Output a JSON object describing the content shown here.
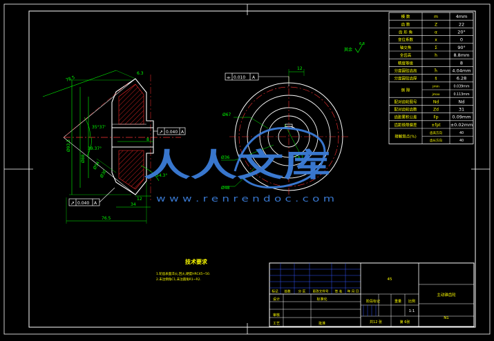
{
  "colors": {
    "background": "#000000",
    "frame": "#ffffff",
    "part_line": "#ffffff",
    "dimension": "#00ff00",
    "hatch": "#ff2a2a",
    "center_line": "#ff3333",
    "table_line": "#ffffff",
    "table_text": "#ffff00",
    "table_value": "#ffffff",
    "title_block_line": "#ffffff",
    "title_block_blue": "#3355ff",
    "watermark": "#3b7dd8",
    "tolerance_frame": "#ffffff"
  },
  "param_table": {
    "rows": [
      {
        "name": "模 数",
        "symbol": "m",
        "value": "4mm"
      },
      {
        "name": "齿 数",
        "symbol": "Z",
        "value": "22"
      },
      {
        "name": "齿 形 角",
        "symbol": "α",
        "value": "20°"
      },
      {
        "name": "变位系数",
        "symbol": "x",
        "value": "0"
      },
      {
        "name": "轴交角",
        "symbol": "Σ",
        "value": "90°"
      },
      {
        "name": "全齿高",
        "symbol": "h",
        "value": "8.8mm"
      },
      {
        "name": "精度等级",
        "symbol": "",
        "value": "8"
      },
      {
        "name": "分度圆弦齿高",
        "symbol": "h̄",
        "value": "4.04mm"
      },
      {
        "name": "分度圆弦齿厚",
        "symbol": "s̄",
        "value": "6.28"
      },
      {
        "name": "侧 隙",
        "symbol_a": "jmin",
        "value_a": "0.039mm",
        "symbol_b": "jmax",
        "value_b": "0.113mm"
      },
      {
        "name": "配对齿轮图号",
        "symbol": "Nd",
        "value": "Nd"
      },
      {
        "name": "配对齿轮齿数",
        "symbol": "Zd",
        "value": "31"
      },
      {
        "name": "齿距累积公差",
        "symbol": "Fp",
        "value": "0.09mm"
      },
      {
        "name": "齿距极限偏差",
        "symbol": "±fpt",
        "value": "±0.02mm"
      },
      {
        "name": "接触斑点(%)",
        "symbol_a": "齿高方向",
        "value_a": "40",
        "symbol_b": "齿长方向",
        "value_b": "40"
      }
    ]
  },
  "side_view": {
    "dims": {
      "d1": "Ø93.5",
      "d2": "Ø88",
      "d3": "Ø54",
      "d4": "Ø30",
      "ang1": "35°37'",
      "ang2": "39.37°",
      "ang3": "54.3°",
      "len1": "78.5",
      "len2": "8",
      "len3": "34",
      "len4": "12",
      "len5": "76.5"
    },
    "gdt_top": {
      "symbol": "↗",
      "value": "0.040",
      "datum": "A"
    },
    "gdt_bottom": {
      "symbol": "↗",
      "value": "0.040",
      "datum": "A"
    },
    "datum_label": "A"
  },
  "front_view": {
    "gdt": {
      "symbol": "⌯",
      "value": "0.010",
      "datum": "A"
    },
    "dims": {
      "d_outer": "Ø67",
      "d_mid": "Ø36",
      "d_inner": "Ø48",
      "keyway": "12",
      "datum_label": "A"
    }
  },
  "roughness_note": "其余",
  "roughness_value": "6.3",
  "watermark": {
    "logo_text": "人人文库",
    "url_text": "w w w . r e n r e n d o c . c o m"
  },
  "tech_req": {
    "title": "技术要求",
    "lines": [
      "1.轮齿表面淬火,回火,硬度HRC45~50.",
      "2.未注倒角C1,未注圆角R1~R2."
    ]
  },
  "title_block": {
    "part_name": "主动锥齿轮",
    "material": "45",
    "scale": "1:1",
    "sheet_total": "共12 张",
    "sheet_no": "第 6张",
    "header_labels": [
      "标记",
      "处数",
      "分 区",
      "更改文件号",
      "签 名",
      "年 月 日"
    ],
    "row_labels": [
      "设计",
      "审核",
      "工艺"
    ],
    "mid_labels": [
      "标准化",
      "批准"
    ],
    "cells": [
      "阶段标记",
      "重量",
      "比例"
    ],
    "code": "N1"
  }
}
